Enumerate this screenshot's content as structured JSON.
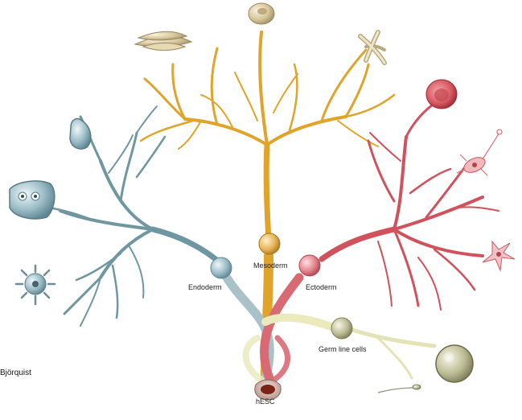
{
  "labels": {
    "endoderm": "Endoderm",
    "mesoderm": "Mesoderm",
    "ectoderm": "Ectoderm",
    "germ_line": "Germ line cells",
    "hesc": "hESC",
    "credit": "Björquist"
  },
  "colors": {
    "mesoderm": "#e0a42a",
    "endoderm": "#6f97a1",
    "ectoderm": "#d0525c",
    "germ_line": "#e3e3b6",
    "background": "#ffffff"
  },
  "icons": {
    "mesoderm_cells": [
      "bone-cell-icon",
      "smooth-muscle-cell-icon",
      "chondrocyte-icon",
      "red-blood-cell-icon"
    ],
    "endoderm_cells": [
      "alveolar-cell-icon",
      "pancreatic-cell-icon",
      "thyroid-cell-icon"
    ],
    "ectoderm_cells": [
      "skin-cell-icon",
      "neuron-icon",
      "pigment-cell-icon"
    ],
    "germ_cells": [
      "egg-cell-icon",
      "sperm-cell-icon"
    ],
    "stem_cell": "embryonic-stem-cell-icon"
  }
}
